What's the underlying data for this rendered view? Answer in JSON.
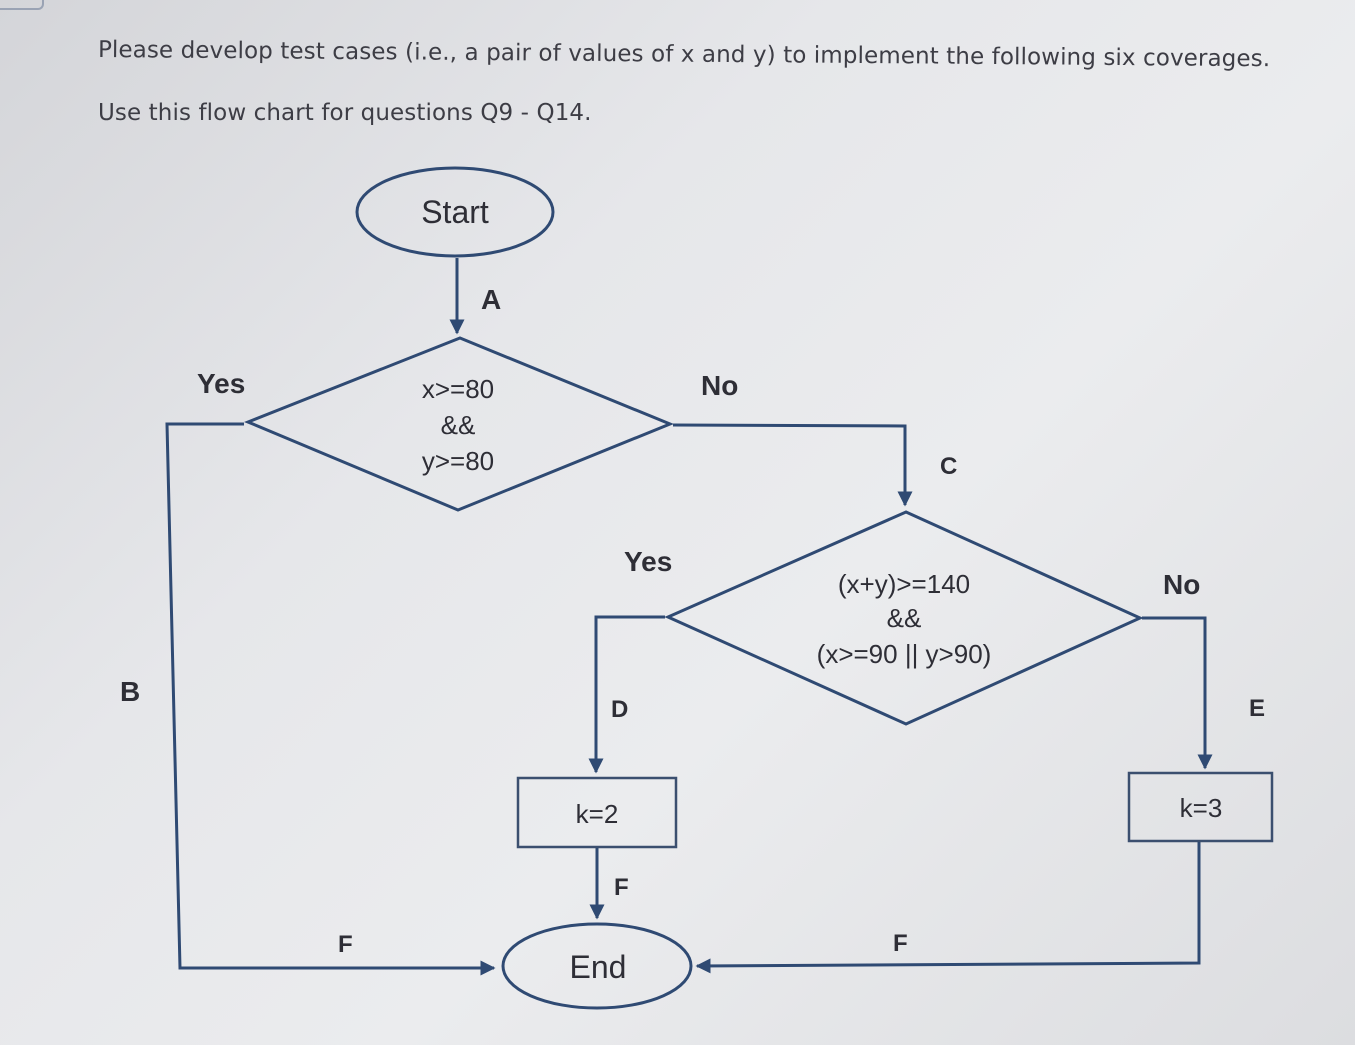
{
  "instructions": {
    "line1": "Please develop test cases (i.e., a pair of values of x and y) to implement the following six coverages.",
    "line2": "Use this flow chart for questions Q9 - Q14."
  },
  "flowchart": {
    "start": "Start",
    "end": "End",
    "decision1": {
      "line1": "x>=80",
      "line2": "&&",
      "line3": "y>=80"
    },
    "decision2": {
      "line1": "(x+y)>=140",
      "line2": "&&",
      "line3": "(x>=90 || y>90)"
    },
    "process_k2": "k=2",
    "process_k3": "k=3",
    "branches": {
      "d1_yes": "Yes",
      "d1_no": "No",
      "d2_yes": "Yes",
      "d2_no": "No"
    },
    "edges": {
      "a": "A",
      "b": "B",
      "c": "C",
      "d": "D",
      "e": "E",
      "f_left": "F",
      "f_mid": "F",
      "f_right": "F"
    }
  },
  "colors": {
    "line": "#2f4a73",
    "text": "#2e2e36",
    "background": "#e6e7ea"
  }
}
